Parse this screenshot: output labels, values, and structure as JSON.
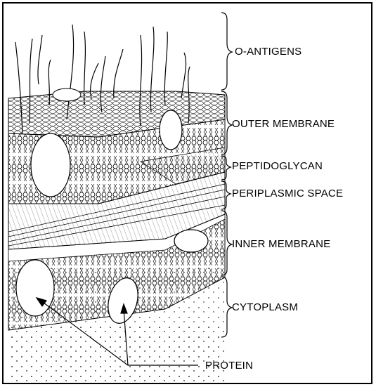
{
  "diagram": {
    "layers": [
      {
        "id": "o-antigens",
        "label": "O-ANTIGENS"
      },
      {
        "id": "outer-membrane",
        "label": "OUTER MEMBRANE"
      },
      {
        "id": "peptidoglycan",
        "label": "PEPTIDOGLYCAN"
      },
      {
        "id": "periplasmic-space",
        "label": "PERIPLASMIC SPACE"
      },
      {
        "id": "inner-membrane",
        "label": "INNER MEMBRANE"
      },
      {
        "id": "cytoplasm",
        "label": "CYTOPLASM"
      }
    ],
    "protein_label": "PROTEIN"
  }
}
